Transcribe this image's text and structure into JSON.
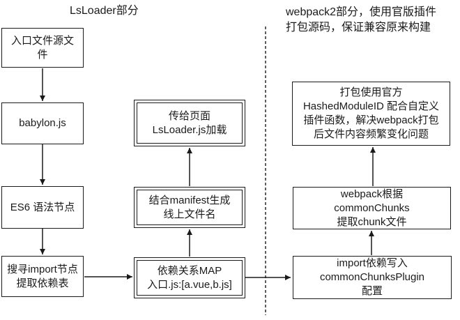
{
  "diagram": {
    "section_left": {
      "title": "LsLoader部分"
    },
    "section_right": {
      "title_line1": "webpack2部分，使用官版插件",
      "title_line2": "打包源码，保证兼容原来构建"
    },
    "nodes": {
      "entry_source": {
        "lines": [
          "入口文件源文",
          "件"
        ]
      },
      "babylon": {
        "lines": [
          "babylon.js"
        ]
      },
      "es6_syntax": {
        "lines": [
          "ES6 语法节点"
        ]
      },
      "search_import": {
        "lines": [
          "搜寻import节点",
          "提取依赖表"
        ]
      },
      "dependency_map": {
        "lines": [
          "依赖关系MAP",
          "入口.js:[a.vue,b.js]"
        ]
      },
      "manifest_filename": {
        "lines": [
          "结合manifest生成",
          "线上文件名"
        ]
      },
      "pass_to_page": {
        "lines": [
          "传给页面",
          "LsLoader.js加载"
        ]
      },
      "import_plugin_config": {
        "lines": [
          "import依赖写入",
          "commonChunksPlugin",
          "配置"
        ]
      },
      "webpack_commonchunks": {
        "lines": [
          "webpack根据",
          "commonChunks",
          "提取chunk文件"
        ]
      },
      "hashed_module_id": {
        "lines": [
          "打包使用官方",
          "HashedModuleID 配合自定义",
          "插件函数，解决webpack打包",
          "后文件内容频繁变化问题"
        ]
      }
    },
    "colors": {
      "line": "#1a1a1a",
      "background": "#ffffff",
      "text": "#1a1a1a"
    }
  }
}
